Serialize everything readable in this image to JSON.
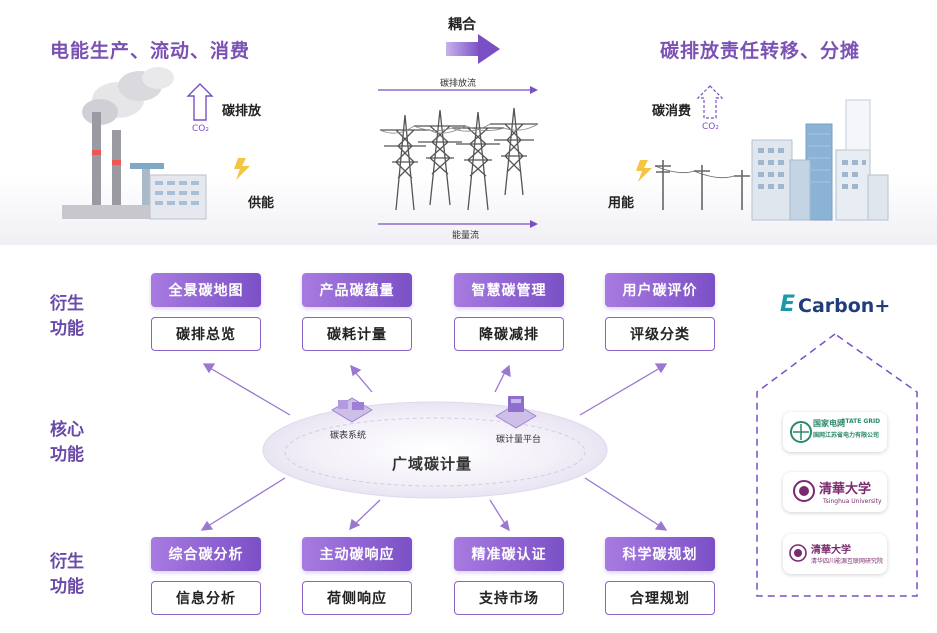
{
  "top": {
    "left_title": "电能生产、流动、消费",
    "coupling_label": "耦合",
    "right_title": "碳排放责任转移、分摊",
    "carbon_emission_label": "碳排放",
    "co2_left": "CO₂",
    "supply_label": "供能",
    "carbon_flow_label": "碳排放流",
    "energy_flow_label": "能量流",
    "carbon_consume_label": "碳消费",
    "co2_right": "CO₂",
    "use_label": "用能"
  },
  "side_labels": {
    "derived_top": "衍生功能",
    "core": "核心功能",
    "derived_bottom": "衍生功能"
  },
  "top_row": [
    {
      "title": "全景碳地图",
      "sub": "碳排总览"
    },
    {
      "title": "产品碳蕴量",
      "sub": "碳耗计量"
    },
    {
      "title": "智慧碳管理",
      "sub": "降碳减排"
    },
    {
      "title": "用户碳评价",
      "sub": "评级分类"
    }
  ],
  "bottom_row": [
    {
      "title": "综合碳分析",
      "sub": "信息分析"
    },
    {
      "title": "主动碳响应",
      "sub": "荷侧响应"
    },
    {
      "title": "精准碳认证",
      "sub": "支持市场"
    },
    {
      "title": "科学碳规划",
      "sub": "合理规划"
    }
  ],
  "core": {
    "center_label": "广域碳计量",
    "left_device": "碳表系统",
    "right_device": "碳计量平台"
  },
  "brand": {
    "logo_e": "E",
    "logo_text": "Carbon+",
    "partner1_cn": "国家电网",
    "partner1_en": "STATE GRID",
    "partner1_sub": "国网江苏省电力有限公司",
    "partner2_cn": "清華大学",
    "partner2_en": "Tsinghua University",
    "partner3_cn": "清華大学",
    "partner3_sub": "清华四川能源互联网研究院"
  },
  "colors": {
    "purple": "#7b52b3",
    "purple_light": "#a77be0",
    "arrow": "#9a78d0"
  }
}
